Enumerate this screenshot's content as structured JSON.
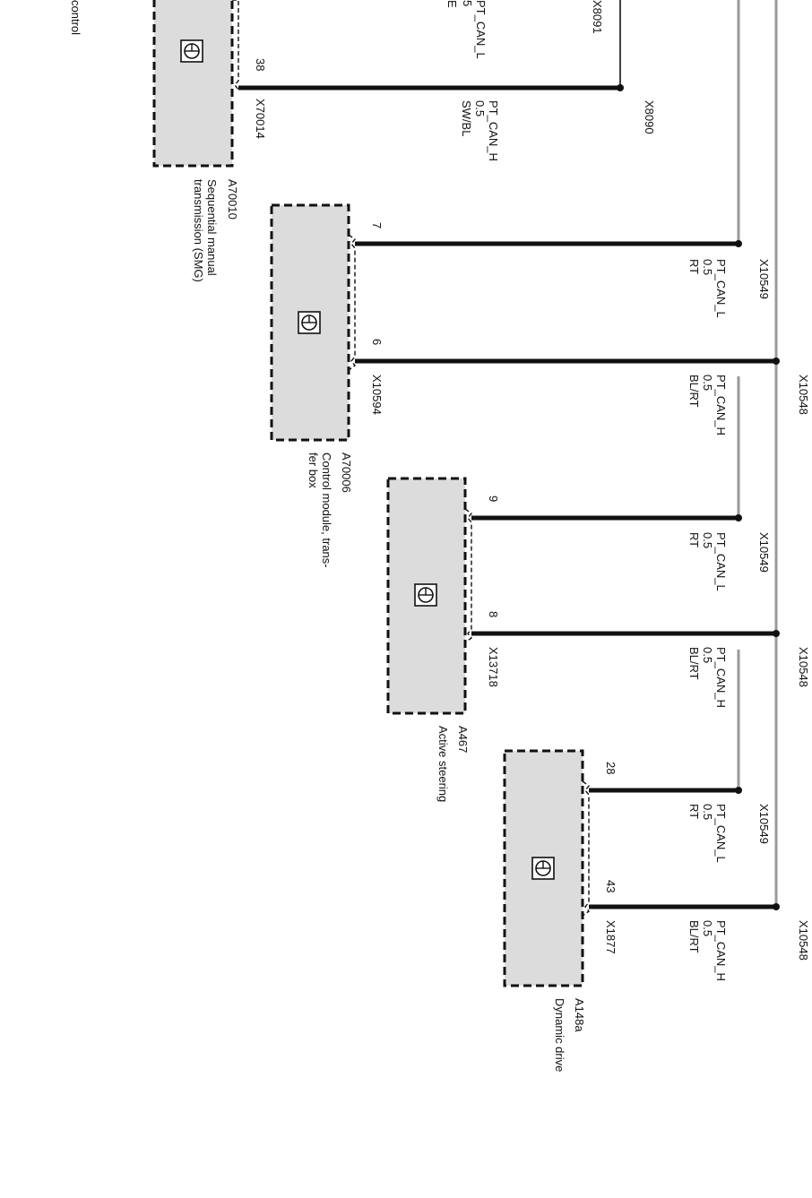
{
  "top_fragments": {
    "control": "control",
    "x8091": "X8091",
    "can_l": "PT_CAN_L",
    "frag_5": "5",
    "frag_e": "E"
  },
  "smg": {
    "id": "A70010",
    "name_line1": "Sequential manual",
    "name_line2": "transmission (SMG)",
    "connector": "X70014",
    "pin_h": "38",
    "wire_h_signal": "PT_CAN_H",
    "wire_h_size": "0.5",
    "wire_h_color": "SW/BL",
    "junction": "X8090"
  },
  "transfer_box": {
    "id": "A70006",
    "name_line1": "Control module, trans-",
    "name_line2": "fer box",
    "connector": "X10594",
    "pin_l": "7",
    "pin_h": "6",
    "wire_l_signal": "PT_CAN_L",
    "wire_l_size": "0.5",
    "wire_l_color": "RT",
    "wire_h_signal": "PT_CAN_H",
    "wire_h_size": "0.5",
    "wire_h_color": "BL/RT",
    "splice_l": "X10549",
    "splice_h": "X10548"
  },
  "active_steering": {
    "id": "A467",
    "name": "Active steering",
    "connector": "X13718",
    "pin_l": "9",
    "pin_h": "8",
    "wire_l_signal": "PT_CAN_L",
    "wire_l_size": "0.5",
    "wire_l_color": "RT",
    "wire_h_signal": "PT_CAN_H",
    "wire_h_size": "0.5",
    "wire_h_color": "BL/RT",
    "splice_l": "X10549",
    "splice_h": "X10548"
  },
  "dynamic_drive": {
    "id": "A148a",
    "name": "Dynamic drive",
    "connector": "X1877",
    "pin_l": "28",
    "pin_h": "43",
    "wire_l_signal": "PT_CAN_L",
    "wire_l_size": "0.5",
    "wire_l_color": "RT",
    "wire_h_signal": "PT_CAN_H",
    "wire_h_size": "0.5",
    "wire_h_color": "BL/RT",
    "splice_l": "X10549",
    "splice_h": "X10548"
  },
  "icons": [
    "module-symbol-icon"
  ]
}
